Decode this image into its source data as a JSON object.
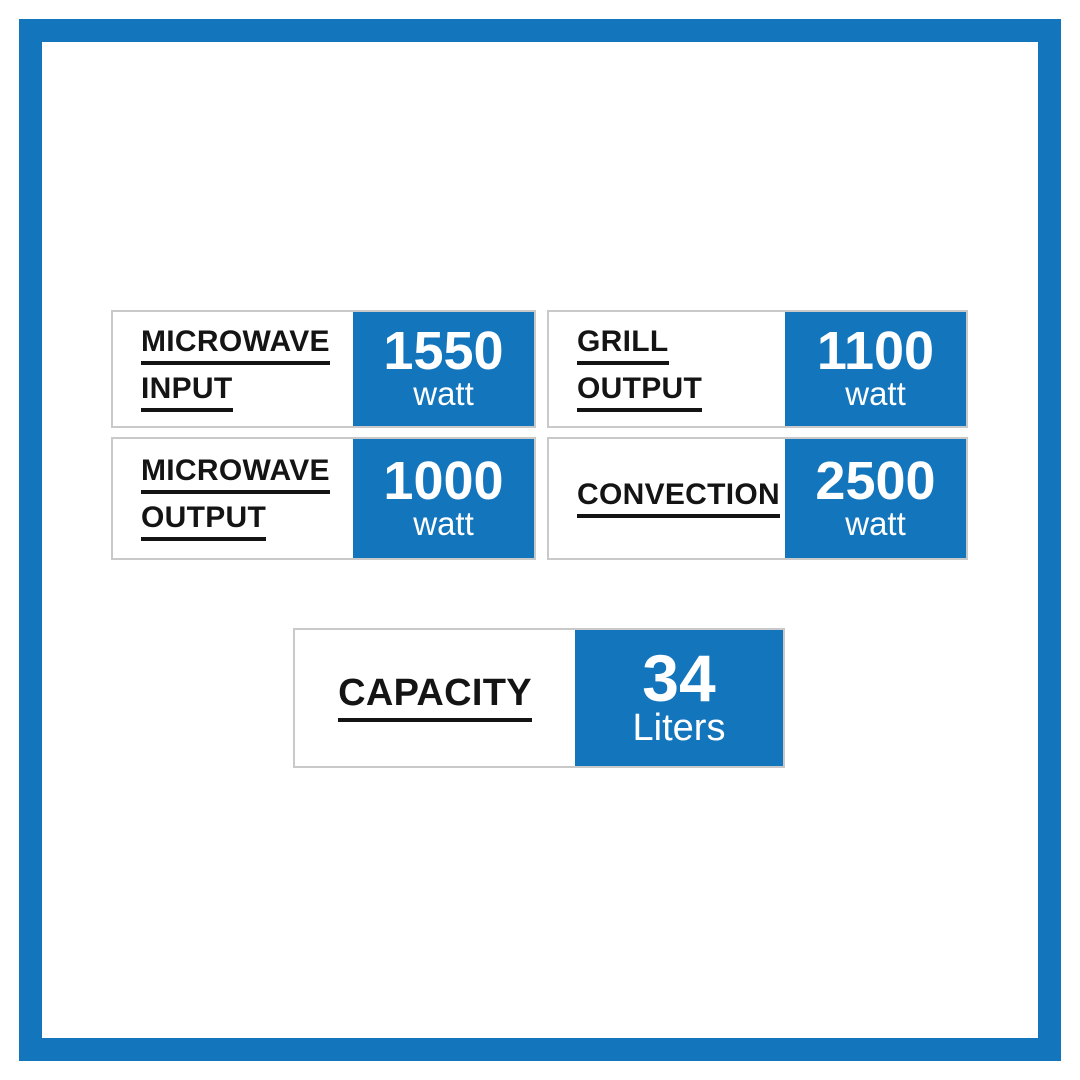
{
  "colors": {
    "accent_blue": "#1375BB",
    "card_border_gray": "#c9c9c9",
    "label_text": "#141414",
    "value_text": "#ffffff",
    "background": "#ffffff"
  },
  "cards": [
    {
      "name": "microwave-input",
      "label_line1": "MICROWAVE",
      "label_line2": "INPUT",
      "value": "1550",
      "unit": "watt"
    },
    {
      "name": "grill-output",
      "label_line1": "GRILL",
      "label_line2": "OUTPUT",
      "value": "1100",
      "unit": "watt"
    },
    {
      "name": "microwave-output",
      "label_line1": "MICROWAVE",
      "label_line2": "OUTPUT",
      "value": "1000",
      "unit": "watt"
    },
    {
      "name": "convection",
      "label_line1": "CONVECTION",
      "label_line2": "",
      "value": "2500",
      "unit": "watt"
    },
    {
      "name": "capacity",
      "label_line1": "CAPACITY",
      "label_line2": "",
      "value": "34",
      "unit": "Liters"
    }
  ]
}
